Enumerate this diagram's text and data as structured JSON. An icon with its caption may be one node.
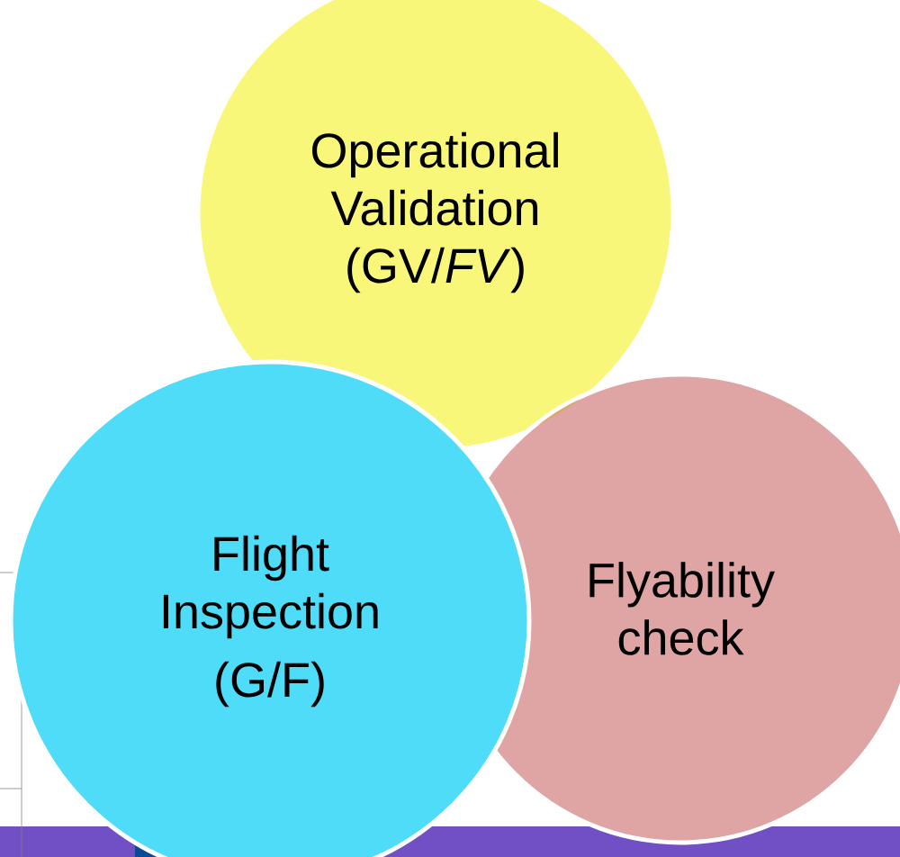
{
  "diagram": {
    "nodes": [
      {
        "text": [
          "Operational Validation (GV/*FV*)"
        ]
      },
      {
        "text": [
          "Flight Inspection",
          "(G/F)"
        ]
      },
      {
        "text": [
          "Flyability check"
        ]
      }
    ]
  }
}
